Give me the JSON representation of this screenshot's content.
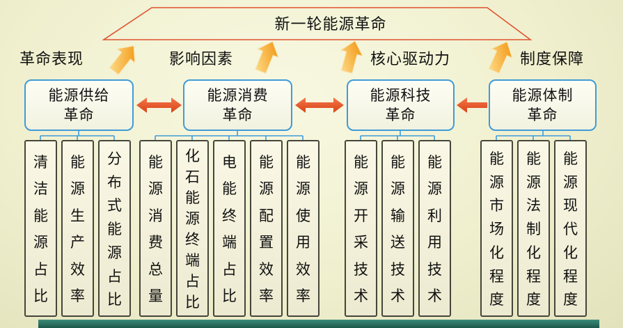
{
  "title": "新一轮能源革命",
  "branches": [
    {
      "label": "革命表现",
      "name_lines": [
        "能源供给",
        "革命"
      ],
      "items": [
        "清洁能源占比",
        "能源生产效率",
        "分布式能源占比"
      ]
    },
    {
      "label": "影响因素",
      "name_lines": [
        "能源消费",
        "革命"
      ],
      "items": [
        "能源消费总量",
        "化石能源终端占比",
        "电能终端占比",
        "能源配置效率",
        "能源使用效率"
      ]
    },
    {
      "label": "核心驱动力",
      "name_lines": [
        "能源科技",
        "革命"
      ],
      "items": [
        "能源开采技术",
        "能源输送技术",
        "能源利用技术"
      ]
    },
    {
      "label": "制度保障",
      "name_lines": [
        "能源体制",
        "革命"
      ],
      "items": [
        "能源市场化程度",
        "能源法制化程度",
        "能源现代化程度"
      ]
    }
  ],
  "colors": {
    "outline_orange": "#e0512f",
    "arrow_gradient_start": "#ffe599",
    "arrow_gradient_end": "#f08c00",
    "link_red_start": "#f4764a",
    "link_red_end": "#d84315",
    "branch_blue": "#3f9bd8",
    "item_border": "#45453a",
    "background": "#f0f0cf",
    "footer_teal": "#1b584a"
  }
}
